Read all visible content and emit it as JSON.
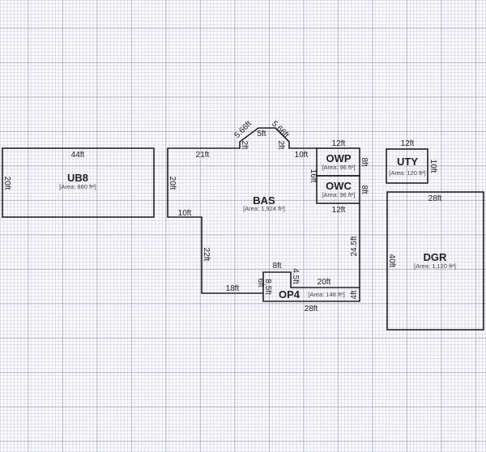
{
  "areas": {
    "ub8": {
      "name": "UB8",
      "area": "[Area: 880 ft²]",
      "dims": {
        "top": "44ft",
        "left": "20ft"
      }
    },
    "bas": {
      "name": "BAS",
      "area": "[Area: 1,924 ft²]",
      "dims": {
        "top_left": "21ft",
        "bay_left_side": "2ft",
        "bay_left_diag": "5.66ft",
        "bay_top": "5ft",
        "bay_right_diag": "5.66ft",
        "bay_right_side": "2ft",
        "top_right": "10ft",
        "left": "20ft",
        "step": "10ft",
        "left_lower": "22ft",
        "bottom": "18ft",
        "right": "24.5ft",
        "owp_left": "16ft"
      }
    },
    "owp": {
      "name": "OWP",
      "area": "[Area: 96 ft²]",
      "dims": {
        "top": "12ft",
        "right": "8ft"
      }
    },
    "owc": {
      "name": "OWC",
      "area": "[Area: 96 ft²]",
      "dims": {
        "right": "8ft",
        "bottom": "12ft"
      }
    },
    "op4": {
      "name": "OP4",
      "area": "[Area: 148 ft²]",
      "dims": {
        "left_outer": "6ft",
        "left_inner": "8.5ft",
        "top": "8ft",
        "notch": "4.5ft",
        "top_right": "20ft",
        "right": "4ft",
        "bottom": "28ft"
      }
    },
    "uty": {
      "name": "UTY",
      "area": "[Area: 120 ft²]",
      "dims": {
        "top": "12ft",
        "right": "10ft"
      }
    },
    "dgr": {
      "name": "DGR",
      "area": "[Area: 1,120 ft²]",
      "dims": {
        "top": "28ft",
        "left": "40ft"
      }
    }
  }
}
